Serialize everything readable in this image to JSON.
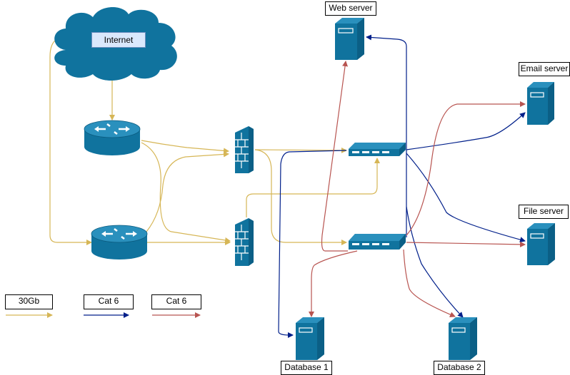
{
  "nodes": {
    "internet": "Internet",
    "web_server": "Web server",
    "email_server": "Email server",
    "file_server": "File server",
    "database_1": "Database 1",
    "database_2": "Database 2"
  },
  "legend": [
    {
      "label": "30Gb",
      "color": "#d6b656"
    },
    {
      "label": "Cat 6",
      "color": "#001f8a"
    },
    {
      "label": "Cat 6",
      "color": "#b85450"
    }
  ],
  "colors": {
    "device_fill": "#10739e",
    "cloud_fill": "#10739e",
    "link_30gb": "#d6b656",
    "link_cat6_blue": "#001f8a",
    "link_cat6_red": "#b85450"
  }
}
